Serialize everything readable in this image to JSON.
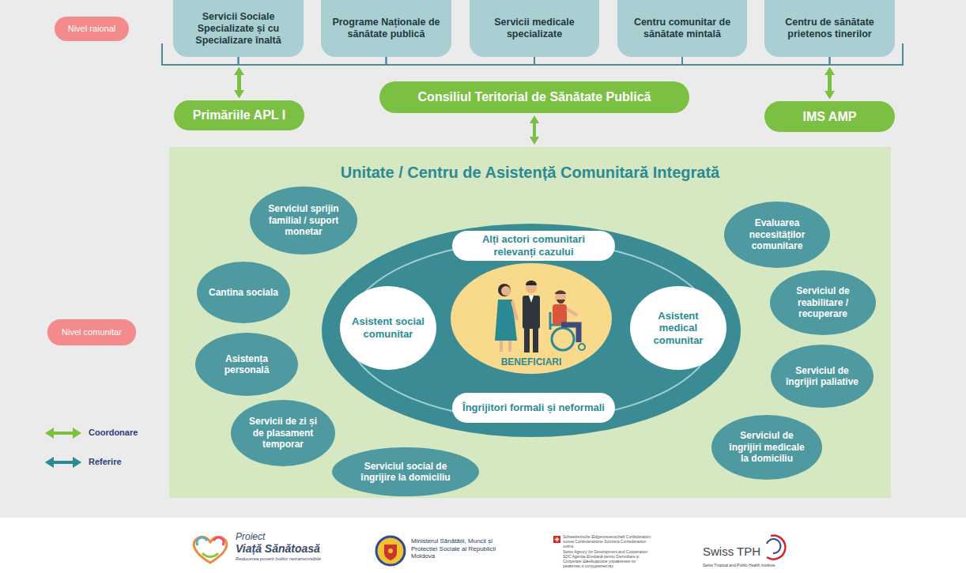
{
  "diagram": {
    "nodes": [
      {
        "text": [
          "Nivel raional"
        ]
      },
      {
        "text": [
          "Servicii Sociale Specializate și cu Specializare înaltă"
        ]
      },
      {
        "text": [
          "Programe Naționale de sănătate publică"
        ]
      },
      {
        "text": [
          "Servicii medicale specializate"
        ]
      },
      {
        "text": [
          "Centru comunitar de sănătate mintală"
        ]
      },
      {
        "text": [
          "Centru de sănătate prietenos tinerilor"
        ]
      },
      {
        "text": [
          "Primăriile APL I"
        ]
      },
      {
        "text": [
          "Consiliul Teritorial de Sănătate Publică"
        ]
      },
      {
        "text": [
          "IMS AMP"
        ]
      },
      {
        "text": [
          "Unitate / Centru de Asistență Comunitară Integrată"
        ]
      },
      {
        "text": [],
        "in": 9
      },
      {
        "text": [
          "Alți actori comunitari relevanți cazului"
        ],
        "in": 10
      },
      {
        "text": [
          "Asistent social comunitar"
        ],
        "in": 10
      },
      {
        "text": [
          "BENEFICIARI"
        ],
        "in": 10
      },
      {
        "text": [
          "Asistent medical comunitar"
        ],
        "in": 10
      },
      {
        "text": [
          "Îngrijitori formali și neformali"
        ],
        "in": 10
      },
      {
        "text": [
          "Serviciul sprijin familial / suport monetar"
        ],
        "in": 9
      },
      {
        "text": [
          "Evaluarea necesităților comunitare"
        ],
        "in": 9
      },
      {
        "text": [
          "Cantina sociala"
        ],
        "in": 9
      },
      {
        "text": [
          "Serviciul de reabilitare / recuperare"
        ],
        "in": 9
      },
      {
        "text": [
          "Asistența personală"
        ],
        "in": 9
      },
      {
        "text": [
          "Serviciul de îngrijiri paliative"
        ],
        "in": 9
      },
      {
        "text": [
          "Servicii de zi și de plasament temporar"
        ],
        "in": 9
      },
      {
        "text": [
          "Serviciul de îngrijiri medicale la domiciliu"
        ],
        "in": 9
      },
      {
        "text": [
          "Serviciul social de îngrijire la domiciliu"
        ],
        "in": 9
      },
      {
        "text": [
          "Nivel comunitar"
        ]
      }
    ],
    "edges": [
      {
        "from": 1,
        "to": 6,
        "arrow": "both"
      },
      {
        "from": 2,
        "to": 6,
        "arrow": "both"
      },
      {
        "from": 3,
        "to": 6,
        "arrow": "both"
      },
      {
        "from": 4,
        "to": 6,
        "arrow": "both"
      },
      {
        "from": 5,
        "to": 6,
        "arrow": "both"
      },
      {
        "from": 1,
        "to": 8,
        "arrow": "both"
      },
      {
        "from": 2,
        "to": 8,
        "arrow": "both"
      },
      {
        "from": 3,
        "to": 8,
        "arrow": "both"
      },
      {
        "from": 4,
        "to": 8,
        "arrow": "both"
      },
      {
        "from": 5,
        "to": 8,
        "arrow": "both"
      },
      {
        "from": 7,
        "to": 9,
        "arrow": "both"
      },
      {
        "from": 16,
        "to": 10,
        "arrow": "both"
      },
      {
        "from": 17,
        "to": 10,
        "arrow": "both"
      },
      {
        "from": 18,
        "to": 10,
        "arrow": "both"
      },
      {
        "from": 19,
        "to": 10,
        "arrow": "both"
      },
      {
        "from": 20,
        "to": 10,
        "arrow": "both"
      },
      {
        "from": 21,
        "to": 10,
        "arrow": "both"
      },
      {
        "from": 22,
        "to": 10,
        "arrow": "both"
      },
      {
        "from": 23,
        "to": 10,
        "arrow": "both"
      },
      {
        "from": 24,
        "to": 10,
        "arrow": "both"
      }
    ],
    "labels": [
      "Proiect",
      "Viață Sănătoasă",
      "Reducerea poverii bolilor netransmisibile",
      "Ministerul Sănătății, Muncii și Protecției Sociale al Republicii Moldova",
      "Schweizerische Eidgenossenschaft Confédération suisse Confederazione Svizzera Confederaziun svizra",
      "Swiss Agency for Development and Cooperation SDC Agenția Elvețiană pentru Dezvoltare și Cooperare Швейцарское управление по развитию и сотрудничеству",
      "Swiss TPH",
      "Swiss Tropical and Public Health Institute"
    ],
    "legend": [
      {
        "text": "Coordonare"
      },
      {
        "text": "Referire"
      }
    ]
  }
}
